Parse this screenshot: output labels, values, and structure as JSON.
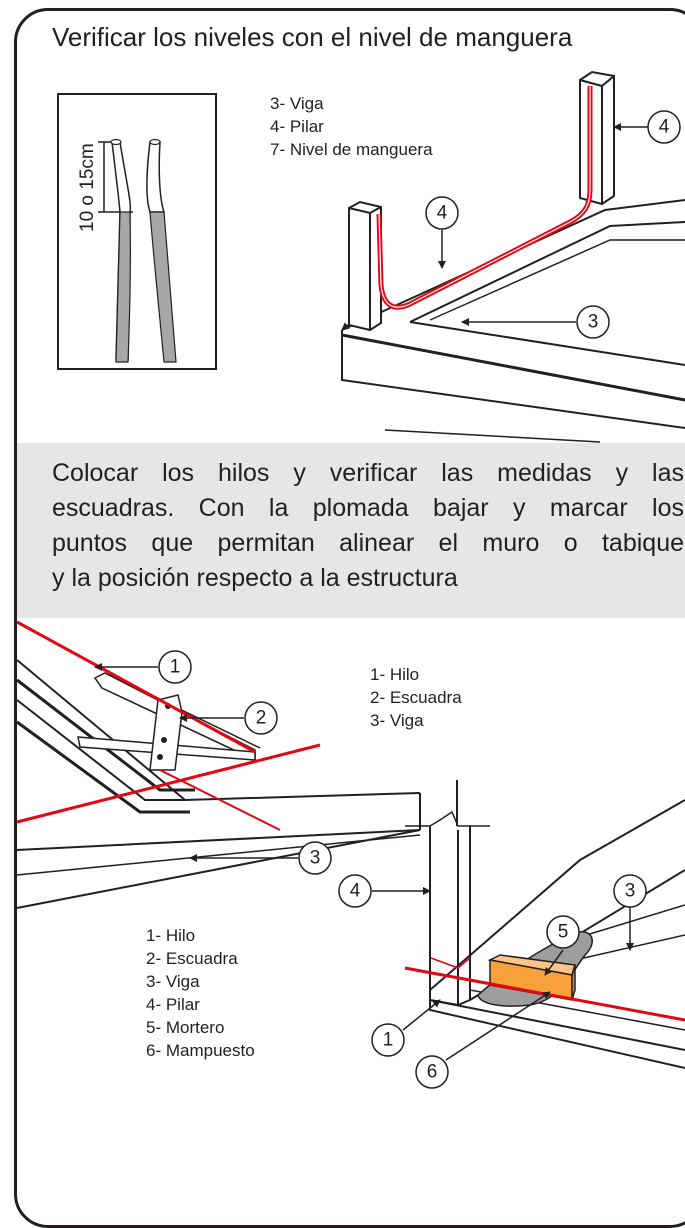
{
  "title": "Verificar los niveles con el nivel de manguera",
  "inset_label": "10 o 15cm",
  "legend_top": [
    "3- Viga",
    "4- Pilar",
    "7- Nivel de manguera"
  ],
  "instruction_lines": [
    "Colocar los hilos y verificar las medidas y las",
    "escuadras. Con la plomada bajar y marcar los",
    "puntos que permitan alinear el muro o tabique",
    "y la posición respecto a la estructura"
  ],
  "legend_middle": [
    "1- Hilo",
    "2- Escuadra",
    "3- Viga"
  ],
  "legend_bottom": [
    "1- Hilo",
    "2- Escuadra",
    "3- Viga",
    "4- Pilar",
    "5- Mortero",
    "6- Mampuesto"
  ],
  "callouts_top": [
    "4",
    "4",
    "3"
  ],
  "callouts_middle": [
    "1",
    "2",
    "3"
  ],
  "callouts_bottom": [
    "3",
    "5",
    "4",
    "1",
    "6"
  ],
  "colors": {
    "string_red": "#e30613",
    "hose_red": "#e30613",
    "mortar_gray": "#9d9d9c",
    "brick_orange": "#f7a13b",
    "band_gray": "#e6e6e7",
    "line": "#231f20"
  }
}
